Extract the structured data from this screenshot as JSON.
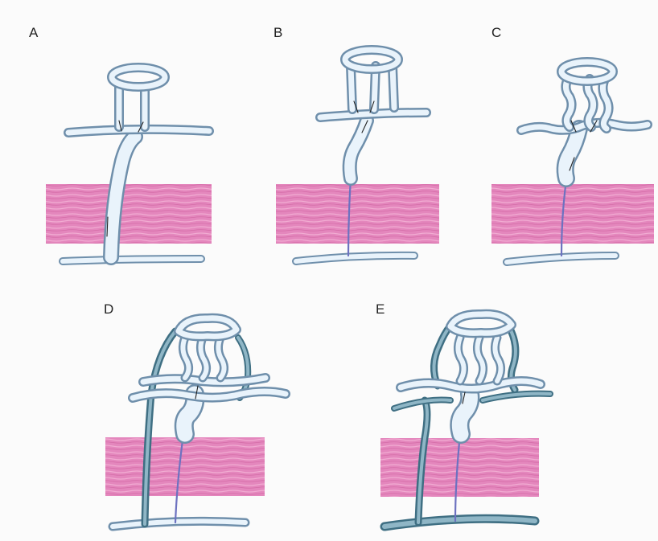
{
  "figure": {
    "background_color": "#fbfbfb",
    "panels": [
      {
        "id": "A",
        "label": "A"
      },
      {
        "id": "B",
        "label": "B"
      },
      {
        "id": "C",
        "label": "C"
      },
      {
        "id": "D",
        "label": "D"
      },
      {
        "id": "E",
        "label": "E"
      }
    ],
    "colors": {
      "fascia_band": "#e07ab3",
      "fascia_band_light": "#f0a8cf",
      "vessel_outline": "#6f8fab",
      "vessel_fill": "#e9f3fb",
      "collateral_outline": "#3f6f83",
      "collateral_fill": "#8fb6c6",
      "perforator_thin": "#6d72c0"
    }
  }
}
